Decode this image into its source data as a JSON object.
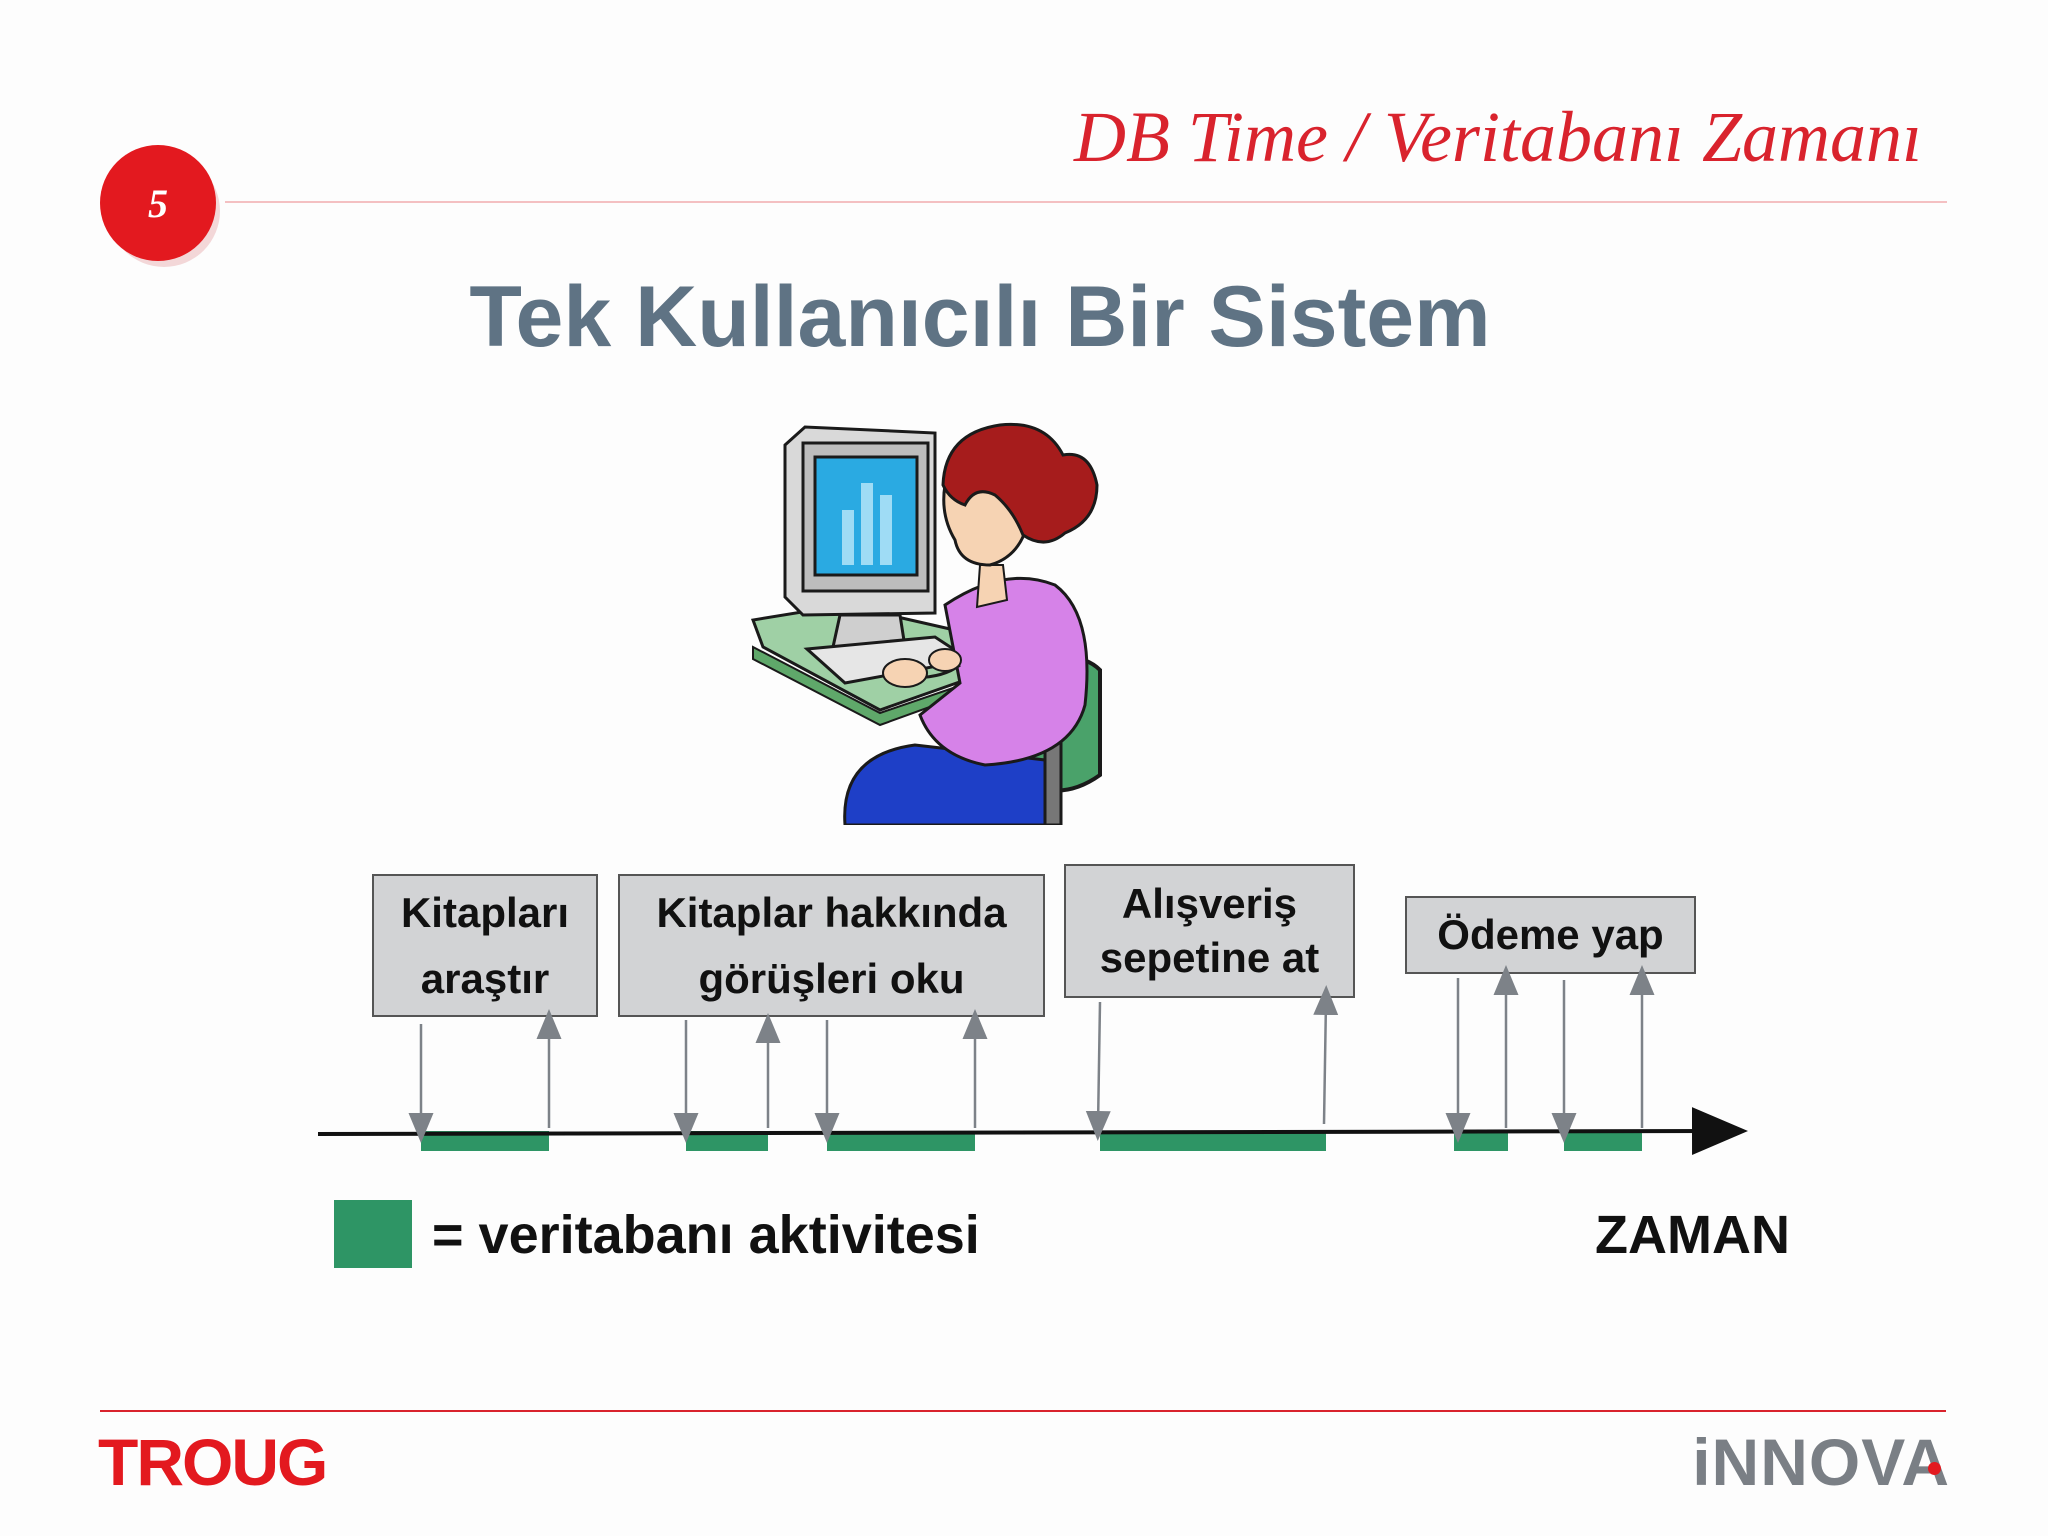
{
  "header": {
    "title": "DB Time / Veritabanı Zamanı",
    "slide_number": "5"
  },
  "main": {
    "title": "Tek Kullanıcılı Bir Sistem"
  },
  "steps": [
    {
      "label": "Kitapları\naraştır"
    },
    {
      "label": "Kitaplar hakkında\ngörüşleri oku"
    },
    {
      "label": "Alışveriş\nsepetine at"
    },
    {
      "label": "Ödeme yap"
    }
  ],
  "legend": {
    "swatch_color": "#2e9565",
    "label": "= veritabanı aktivitesi"
  },
  "timeline": {
    "axis_label": "ZAMAN",
    "activity_color": "#2e9565"
  },
  "footer": {
    "left_logo": "TROUG",
    "right_logo": "iNNOVA"
  },
  "colors": {
    "accent_red": "#d9232d",
    "title_gray": "#5f7384",
    "box_fill": "#d2d3d5"
  }
}
